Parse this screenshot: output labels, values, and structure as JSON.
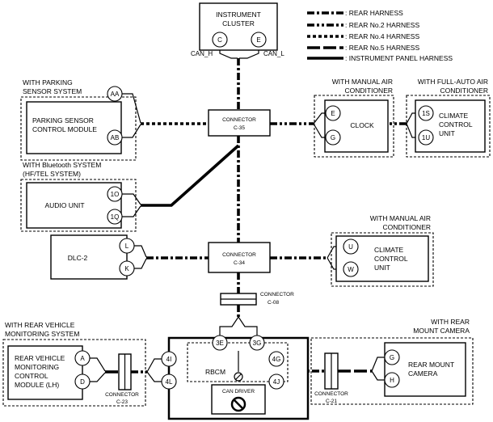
{
  "legend": [
    {
      "style": "rear",
      "label": ": REAR HARNESS"
    },
    {
      "style": "r2",
      "label": ": REAR No.2 HARNESS"
    },
    {
      "style": "r4",
      "label": ": REAR No.4 HARNESS"
    },
    {
      "style": "r5",
      "label": ": REAR No.5 HARNESS"
    },
    {
      "style": "ip",
      "label": ": INSTRUMENT PANEL HARNESS"
    }
  ],
  "instrument_cluster": {
    "line1": "INSTRUMENT",
    "line2": "CLUSTER",
    "pin_c": "C",
    "pin_e": "E",
    "can_h": "CAN_H",
    "can_l": "CAN_L"
  },
  "parking": {
    "group1": "WITH PARKING",
    "group2": "SENSOR SYSTEM",
    "line1": "PARKING SENSOR",
    "line2": "CONTROL MODULE",
    "pin1": "AA",
    "pin2": "AB"
  },
  "connector_c35": {
    "line1": "CONNECTOR",
    "line2": "C-35"
  },
  "clock": {
    "group1": "WITH MANUAL AIR",
    "group2": "CONDITIONER",
    "label": "CLOCK",
    "pin1": "E",
    "pin2": "G"
  },
  "climate_top": {
    "group1": "WITH FULL-AUTO AIR",
    "group2": "CONDITIONER",
    "line1": "CLIMATE",
    "line2": "CONTROL",
    "line3": "UNIT",
    "pin1": "1S",
    "pin2": "1U"
  },
  "audio": {
    "group1": "WITH Bluetooth SYSTEM",
    "group2": "(HF/TEL SYSTEM)",
    "label": "AUDIO UNIT",
    "pin1": "1O",
    "pin2": "1Q"
  },
  "dlc": {
    "label": "DLC-2",
    "pin1": "L",
    "pin2": "K"
  },
  "connector_c34": {
    "line1": "CONNECTOR",
    "line2": "C-34"
  },
  "climate_mid": {
    "group1": "WITH MANUAL AIR",
    "group2": "CONDITIONER",
    "line1": "CLIMATE",
    "line2": "CONTROL",
    "line3": "UNIT",
    "pin1": "U",
    "pin2": "W"
  },
  "connector_c08": {
    "line1": "CONNECTOR",
    "line2": "C-08"
  },
  "rear_vehicle": {
    "group1": "WITH REAR VEHICLE",
    "group2": "MONITORING SYSTEM",
    "line1": "REAR VEHICLE",
    "line2": "MONITORING",
    "line3": "CONTROL",
    "line4": "MODULE (LH)",
    "pin1": "A",
    "pin2": "D"
  },
  "connector_c23": {
    "line1": "CONNECTOR",
    "line2": "C-23"
  },
  "rbcm": {
    "label": "RBCM",
    "pin_3e": "3E",
    "pin_3g": "3G",
    "pin_4i": "4I",
    "pin_4l": "4L",
    "pin_4g": "4G",
    "pin_4j": "4J",
    "can_driver": "CAN DRIVER"
  },
  "connector_c21": {
    "line1": "CONNECTOR",
    "line2": "C-21"
  },
  "rear_camera": {
    "group1": "WITH REAR",
    "group2": "MOUNT CAMERA",
    "line1": "REAR MOUNT",
    "line2": "CAMERA",
    "pin1": "G",
    "pin2": "H"
  }
}
